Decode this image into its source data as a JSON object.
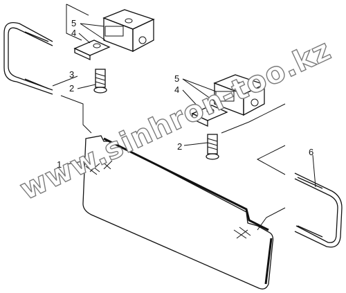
{
  "callouts": {
    "c1": "1",
    "c2a": "2",
    "c2b": "2",
    "c3": "3",
    "c4a": "4",
    "c4b": "4",
    "c5a": "5",
    "c5b": "5",
    "c6": "6"
  },
  "watermark": "www.sinhron-too.kz"
}
